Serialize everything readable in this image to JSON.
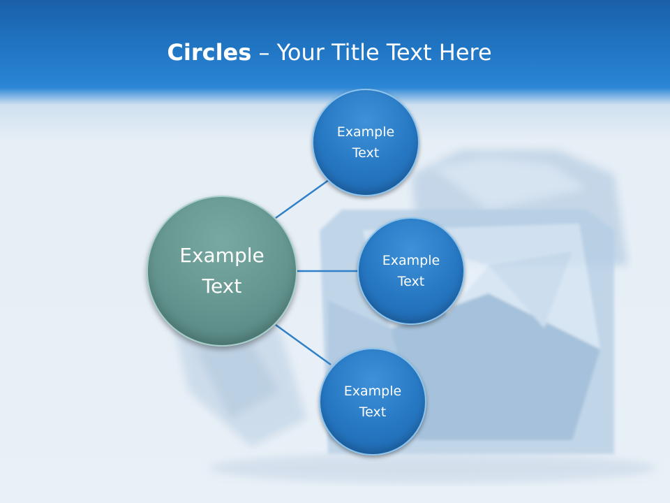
{
  "slide": {
    "title_bold": "Circles",
    "title_rest": " – Your Title Text Here"
  },
  "diagram": {
    "center": {
      "label": "Example Text"
    },
    "nodes": [
      {
        "label": "Example Text"
      },
      {
        "label": "Example Text"
      },
      {
        "label": "Example Text"
      }
    ]
  },
  "colors": {
    "header": "#1f73c0",
    "node_blue": "#2677c2",
    "center_teal": "#64958f",
    "connector": "#2f80c8"
  }
}
